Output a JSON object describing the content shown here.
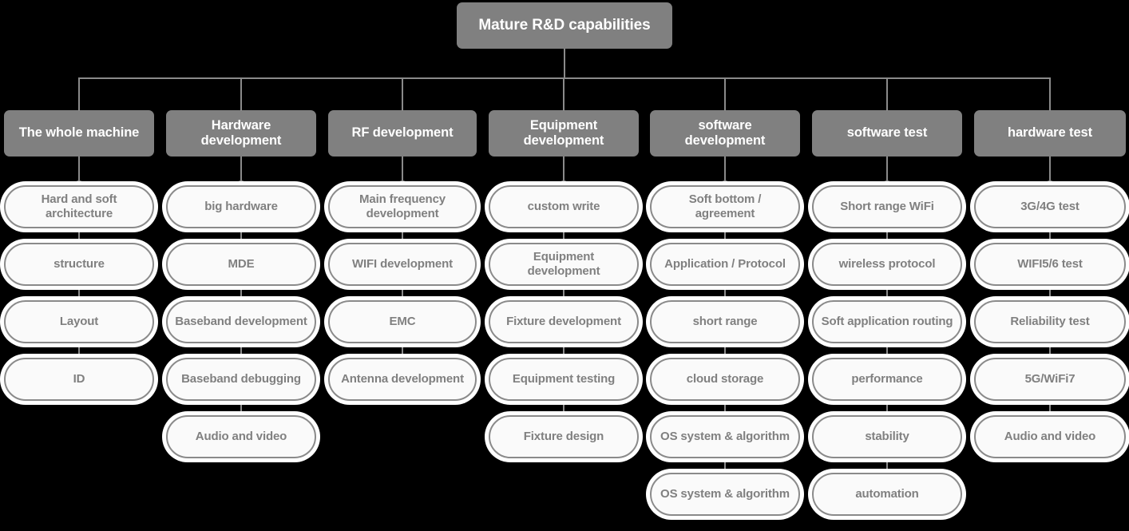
{
  "diagram": {
    "type": "org-tree",
    "background_color": "#000000",
    "node_fill_color": "#808080",
    "node_text_color": "#ffffff",
    "pill_fill_color": "#fafafa",
    "pill_border_color": "#8a8a8a",
    "pill_text_color": "#808080",
    "connector_color": "#8a8a8a",
    "root": {
      "label": "Mature R&D capabilities",
      "line1": "Mature R&D",
      "line2": "capabilities"
    },
    "columns": [
      {
        "header": "The whole machine",
        "items": [
          "Hard and soft architecture",
          "structure",
          "Layout",
          "ID"
        ]
      },
      {
        "header": "Hardware development",
        "items": [
          "big hardware",
          "MDE",
          "Baseband development",
          "Baseband debugging",
          "Audio and video"
        ]
      },
      {
        "header": "RF development",
        "items": [
          "Main frequency development",
          "WIFI development",
          "EMC",
          "Antenna development"
        ]
      },
      {
        "header": "Equipment development",
        "items": [
          "custom write",
          "Equipment development",
          "Fixture development",
          "Equipment testing",
          "Fixture design"
        ]
      },
      {
        "header": "software development",
        "items": [
          "Soft bottom / agreement",
          "Application / Protocol",
          "short range",
          "cloud storage",
          "OS system & algorithm",
          "OS system & algorithm"
        ]
      },
      {
        "header": "software test",
        "items": [
          "Short range WiFi",
          "wireless protocol",
          "Soft application routing",
          "performance",
          "stability",
          "automation"
        ]
      },
      {
        "header": "hardware test",
        "items": [
          "3G/4G test",
          "WIFI5/6 test",
          "Reliability test",
          "5G/WiFi7",
          "Audio and video"
        ]
      }
    ]
  }
}
